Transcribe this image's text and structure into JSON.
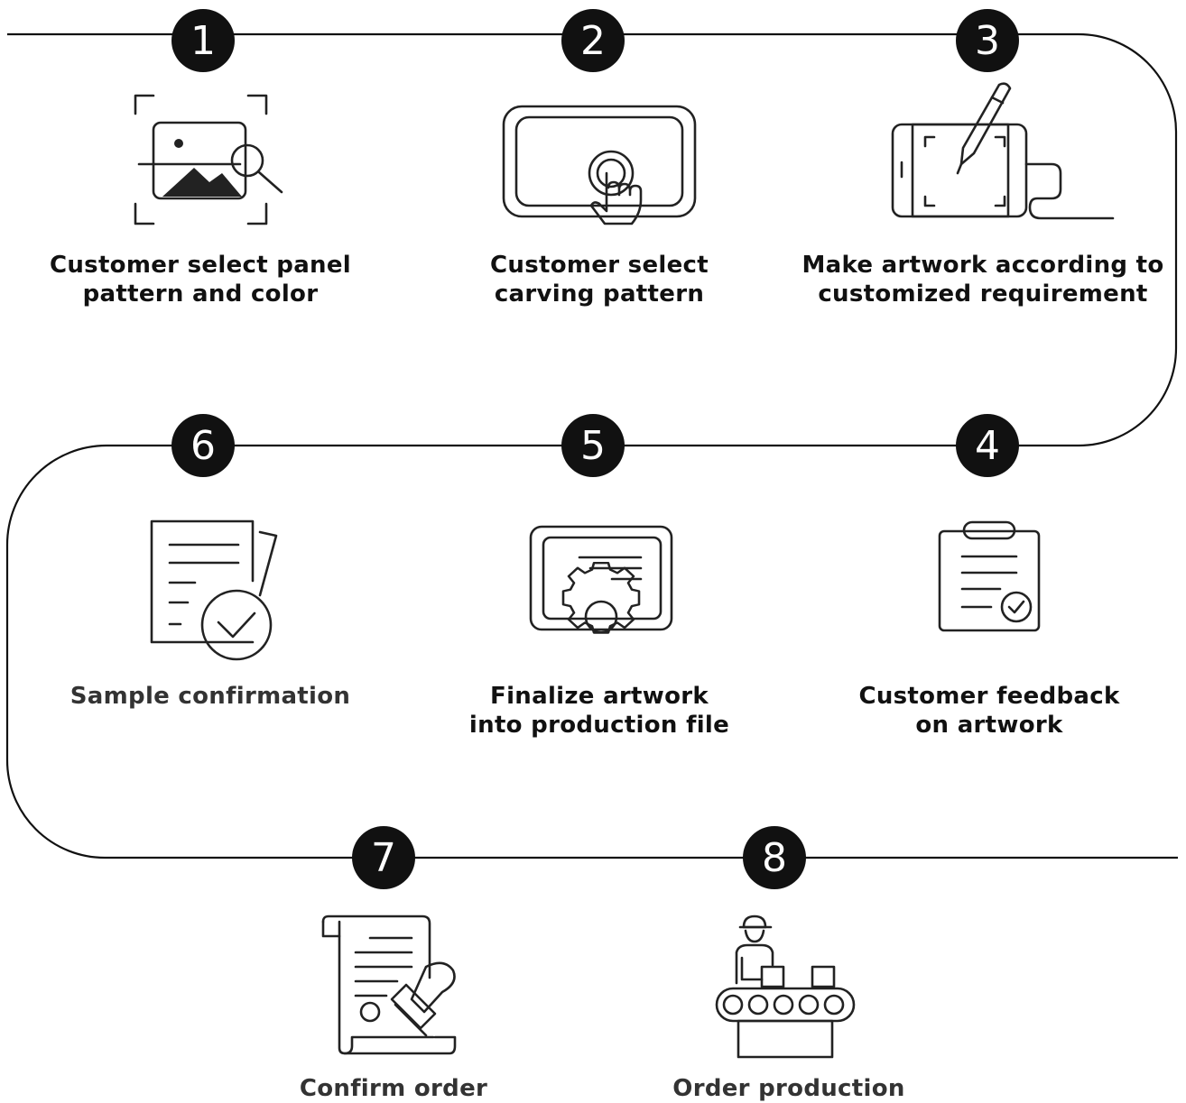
{
  "colors": {
    "line": "#111111",
    "badge": "#111111",
    "badge_text": "#ffffff",
    "label": "#111111",
    "label_muted": "#333333",
    "icon_stroke": "#222222"
  },
  "steps": [
    {
      "number": "1",
      "label": "Customer select panel\npattern and color",
      "icon": "image-search-icon"
    },
    {
      "number": "2",
      "label": "Customer select\ncarving pattern",
      "icon": "touch-screen-icon"
    },
    {
      "number": "3",
      "label": "Make artwork according to\ncustomized requirement",
      "icon": "drawing-tablet-icon"
    },
    {
      "number": "4",
      "label": "Customer feedback\non artwork",
      "icon": "clipboard-check-icon"
    },
    {
      "number": "5",
      "label": "Finalize artwork\ninto production file",
      "icon": "certificate-gear-icon"
    },
    {
      "number": "6",
      "label": "Sample confirmation",
      "icon": "document-check-icon"
    },
    {
      "number": "7",
      "label": "Confirm order",
      "icon": "contract-stamp-icon"
    },
    {
      "number": "8",
      "label": "Order production",
      "icon": "conveyor-worker-icon"
    }
  ]
}
